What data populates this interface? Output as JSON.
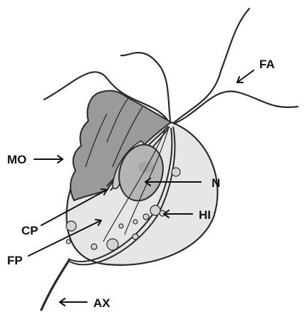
{
  "labels": {
    "fa": "FA",
    "mo": "MO",
    "n": "N",
    "hi": "HI",
    "cp": "CP",
    "fp": "FP",
    "ax": "AX"
  },
  "colors": {
    "outline": "#2a2a2a",
    "body_fill": "#e6e6e6",
    "membrane_fill": "#9a9a9a",
    "nucleus_fill": "#b4b4b4",
    "vacuole_fill": "#d4d4d4"
  }
}
